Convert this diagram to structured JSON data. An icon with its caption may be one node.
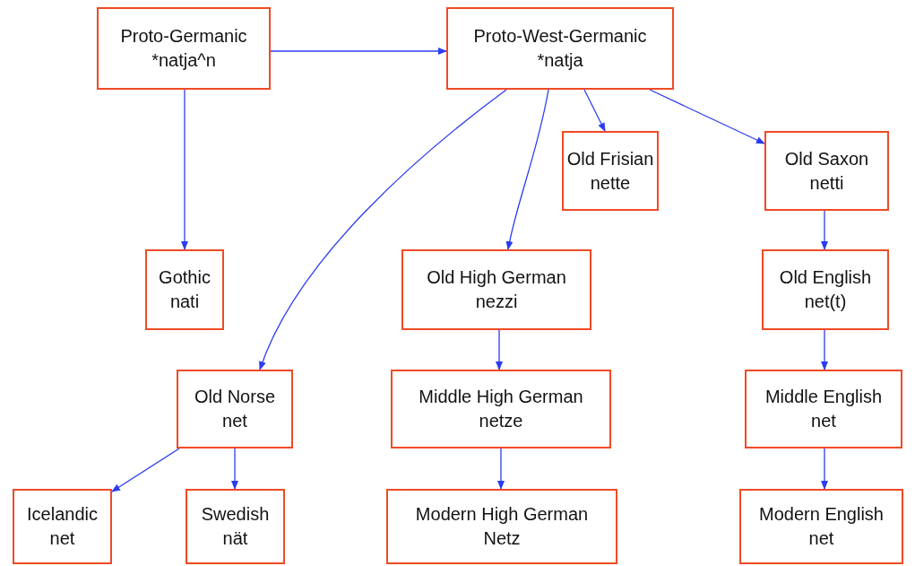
{
  "diagram": {
    "nodes": [
      {
        "text": [
          "Proto-Germanic",
          "*natja^n"
        ]
      },
      {
        "text": [
          "Proto-West-Germanic",
          "*natja"
        ]
      },
      {
        "text": [
          "Gothic",
          "nati"
        ]
      },
      {
        "text": [
          "Old Frisian",
          "nette"
        ]
      },
      {
        "text": [
          "Old Saxon",
          "netti"
        ]
      },
      {
        "text": [
          "Old High German",
          "nezzi"
        ]
      },
      {
        "text": [
          "Old English",
          "net(t)"
        ]
      },
      {
        "text": [
          "Old Norse",
          "net"
        ]
      },
      {
        "text": [
          "Middle High German",
          "netze"
        ]
      },
      {
        "text": [
          "Middle English",
          "net"
        ]
      },
      {
        "text": [
          "Icelandic",
          "net"
        ]
      },
      {
        "text": [
          "Swedish",
          "nät"
        ]
      },
      {
        "text": [
          "Modern High German",
          "Netz"
        ]
      },
      {
        "text": [
          "Modern English",
          "net"
        ]
      }
    ],
    "edges": [
      {
        "from": 0,
        "to": 1,
        "arrow": "to"
      },
      {
        "from": 0,
        "to": 2,
        "arrow": "to"
      },
      {
        "from": 1,
        "to": 7,
        "arrow": "to"
      },
      {
        "from": 1,
        "to": 5,
        "arrow": "to"
      },
      {
        "from": 1,
        "to": 3,
        "arrow": "to"
      },
      {
        "from": 1,
        "to": 4,
        "arrow": "to"
      },
      {
        "from": 4,
        "to": 6,
        "arrow": "to"
      },
      {
        "from": 5,
        "to": 8,
        "arrow": "to"
      },
      {
        "from": 6,
        "to": 9,
        "arrow": "to"
      },
      {
        "from": 7,
        "to": 10,
        "arrow": "to"
      },
      {
        "from": 7,
        "to": 11,
        "arrow": "to"
      },
      {
        "from": 8,
        "to": 12,
        "arrow": "to"
      },
      {
        "from": 9,
        "to": 13,
        "arrow": "to"
      }
    ]
  }
}
